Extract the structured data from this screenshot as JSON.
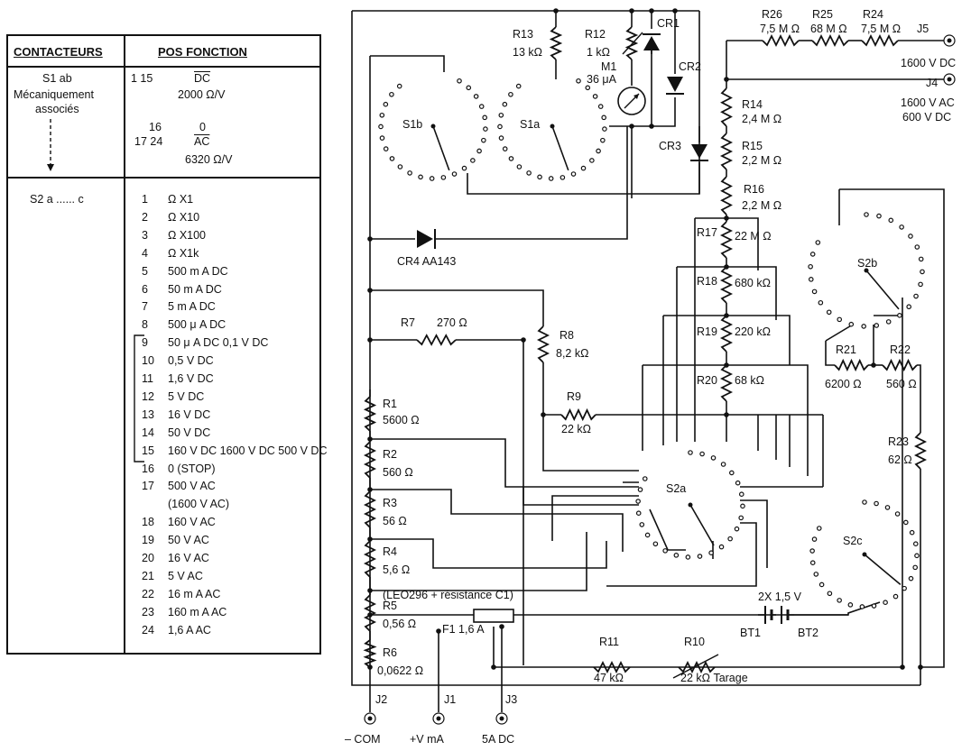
{
  "table": {
    "header_contacteurs": "CONTACTEURS",
    "header_fonction": "POS FONCTION",
    "s1": {
      "name": "S1 ab",
      "note_line1": "Mécaniquement",
      "note_line2": "associés",
      "rows": [
        {
          "pos": "1  15",
          "fn_line1": "DC",
          "fn_line2": "2000 Ω/V"
        },
        {
          "pos": "16",
          "pos2": "17  24",
          "fn_line1": "0",
          "fn_line2": "AC",
          "fn_line3": "6320 Ω/V"
        }
      ]
    },
    "s2": {
      "name": "S2 a ...... c",
      "rows": [
        {
          "n": "1",
          "f": "Ω X1"
        },
        {
          "n": "2",
          "f": "Ω X10"
        },
        {
          "n": "3",
          "f": "Ω X100"
        },
        {
          "n": "4",
          "f": "Ω X1k"
        },
        {
          "n": "5",
          "f": "500 m A DC"
        },
        {
          "n": "6",
          "f": "50 m A DC"
        },
        {
          "n": "7",
          "f": "5 m A DC"
        },
        {
          "n": "8",
          "f": "500 μ A DC"
        },
        {
          "n": "9",
          "f": "50 μ A DC 0,1 V DC"
        },
        {
          "n": "10",
          "f": "0,5 V DC"
        },
        {
          "n": "11",
          "f": "1,6 V DC"
        },
        {
          "n": "12",
          "f": "5 V DC"
        },
        {
          "n": "13",
          "f": "16 V DC"
        },
        {
          "n": "14",
          "f": "50 V DC"
        },
        {
          "n": "15",
          "f": "160 V DC 1600 V DC 500 V DC"
        },
        {
          "n": "16",
          "f": "0 (STOP)"
        },
        {
          "n": "17",
          "f": "500 V AC"
        },
        {
          "n": "",
          "f": "(1600 V AC)"
        },
        {
          "n": "18",
          "f": "160 V AC"
        },
        {
          "n": "19",
          "f": "50 V AC"
        },
        {
          "n": "20",
          "f": "16 V AC"
        },
        {
          "n": "21",
          "f": "5 V AC"
        },
        {
          "n": "22",
          "f": "16 m A AC"
        },
        {
          "n": "23",
          "f": "160 m A AC"
        },
        {
          "n": "24",
          "f": "1,6 A AC"
        }
      ]
    }
  },
  "schematic": {
    "labels": {
      "R13": "R13",
      "R13v": "13 kΩ",
      "R12": "R12",
      "R12v": "1 kΩ",
      "M1": "M1",
      "M1v": "36 μA",
      "CR1": "CR1",
      "CR2": "CR2",
      "CR3": "CR3",
      "CR4": "CR4  AA143",
      "S1a": "S1a",
      "S1b": "S1b",
      "R26": "R26",
      "R26v": "7,5 M Ω",
      "R25": "R25",
      "R25v": "68 M Ω",
      "R24": "R24",
      "R24v": "7,5 M Ω",
      "J5": "J5",
      "J5v": "1600 V DC",
      "J4": "J4",
      "J4v1": "1600 V AC",
      "J4v2": "600 V DC",
      "R14": "R14",
      "R14v": "2,4 M Ω",
      "R15": "R15",
      "R15v": "2,2 M Ω",
      "R16": "R16",
      "R16v": "2,2 M Ω",
      "R17": "R17",
      "R17v": "22 M Ω",
      "R18": "R18",
      "R18v": "680 kΩ",
      "R19": "R19",
      "R19v": "220 kΩ",
      "R20": "R20",
      "R20v": "68 kΩ",
      "R7": "R7",
      "R7v": "270 Ω",
      "R8": "R8",
      "R8v": "8,2 kΩ",
      "R9": "R9",
      "R9v": "22 kΩ",
      "R1": "R1",
      "R1v": "5600 Ω",
      "R2": "R2",
      "R2v": "560 Ω",
      "R3": "R3",
      "R3v": "56 Ω",
      "R4": "R4",
      "R4v": "5,6 Ω",
      "R5": "R5",
      "R5v": "0,56 Ω",
      "R6": "R6",
      "R6v": "0,0622 Ω",
      "C1": "(LEO296 + résistance C1)",
      "F1": "F1 1,6 A",
      "R11": "R11",
      "R11v": "47 kΩ",
      "R10": "R10",
      "R10v": "22 kΩ  Tarage",
      "S2a": "S2a",
      "S2b": "S2b",
      "S2c": "S2c",
      "R21": "R21",
      "R21v": "6200 Ω",
      "R22": "R22",
      "R22v": "560 Ω",
      "R23": "R23",
      "R23v": "62 Ω",
      "BAT": "2X 1,5 V",
      "BT1": "BT1",
      "BT2": "BT2",
      "J2": "J2",
      "J1": "J1",
      "J3": "J3",
      "COM": "– COM",
      "VMA": "+V mA",
      "A5": "5A DC"
    }
  }
}
